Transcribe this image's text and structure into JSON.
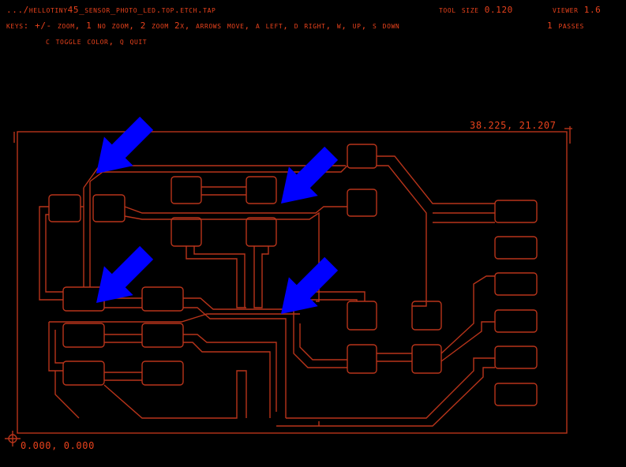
{
  "header": {
    "file_path": ".../HelloTiny45_Sensor_Photo_LED.top.etch.tap",
    "tool_size": "tool size  0.120",
    "viewer": "Viewer 1.6",
    "keys_line1": "Keys: +/- zoom, 1 no zoom, 2 zoom 2x, arrows move, a left, d right, w, up, s down",
    "passes": "1 passes",
    "keys_line2": "c toggle color, q quit"
  },
  "board": {
    "top_right_coord": "38.225,  21.207",
    "origin_coord": "0.000,  0.000"
  },
  "colors": {
    "background": "#000000",
    "trace": "#b8341a",
    "text": "#e8421c",
    "arrow": "#0000ff"
  },
  "annotations": {
    "arrow_count": 4,
    "arrow_icon": "blue-arrow-icon"
  }
}
